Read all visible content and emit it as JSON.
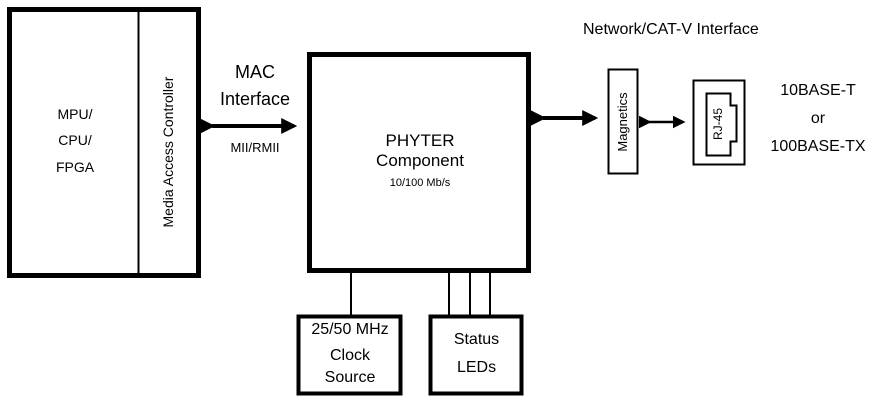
{
  "diagram": {
    "host_block": {
      "lines": [
        "MPU/",
        "CPU/",
        "FPGA"
      ],
      "mac_label": "Media Access Controller"
    },
    "mac_interface": {
      "title_lines": [
        "MAC",
        "Interface"
      ],
      "bus_label": "MII/RMII"
    },
    "phyter": {
      "title_lines": [
        "PHYTER",
        "Component"
      ],
      "speed": "10/100 Mb/s"
    },
    "clock": {
      "lines": [
        "25/50 MHz",
        "Clock",
        "Source"
      ]
    },
    "leds": {
      "lines": [
        "Status",
        "LEDs"
      ]
    },
    "network": {
      "title": "Network/CAT-V Interface",
      "magnetics_label": "Magnetics",
      "connector_label": "RJ-45",
      "standards": [
        "10BASE-T",
        "or",
        "100BASE-TX"
      ]
    },
    "colors": {
      "stroke": "#000000",
      "background": "#ffffff"
    }
  }
}
